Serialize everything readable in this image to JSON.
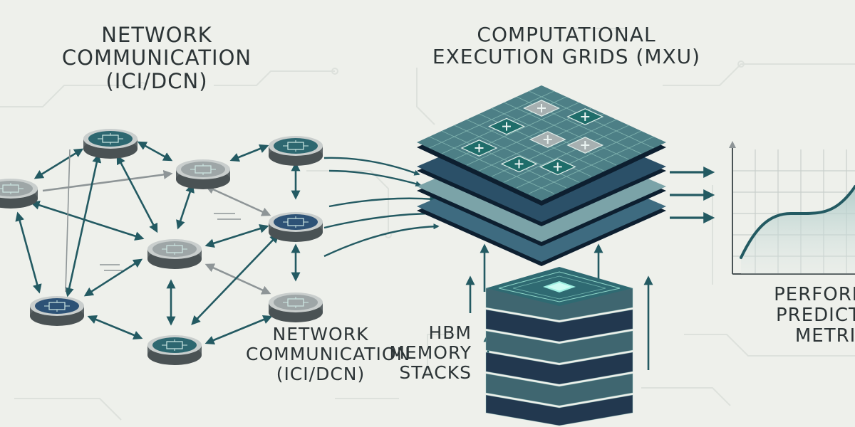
{
  "labels": {
    "network_top": [
      "NETWORK",
      "COMMUNICATION",
      "(ICI/DCN)"
    ],
    "network_bottom": [
      "NETWORK",
      "COMMUNICATION",
      "(ICI/DCN)"
    ],
    "compute": [
      "COMPUTATIONAL",
      "EXECUTION GRIDS (MXU)"
    ],
    "hbm": [
      "HBM",
      "MEMORY",
      "STACKS"
    ],
    "perf": [
      "PERFORMA",
      "PREDICTIO",
      "METRICS"
    ]
  },
  "colors": {
    "background": "#eef0eb",
    "teal_dark": "#235a62",
    "navy": "#253e58",
    "teal_light": "#5fb6ad",
    "gray": "#8e9597",
    "text": "#2c3436"
  },
  "icons": {
    "network_node": "chip-node-icon",
    "mxu_cell": "plus-cell-icon",
    "memory_core": "chip-core-icon"
  }
}
